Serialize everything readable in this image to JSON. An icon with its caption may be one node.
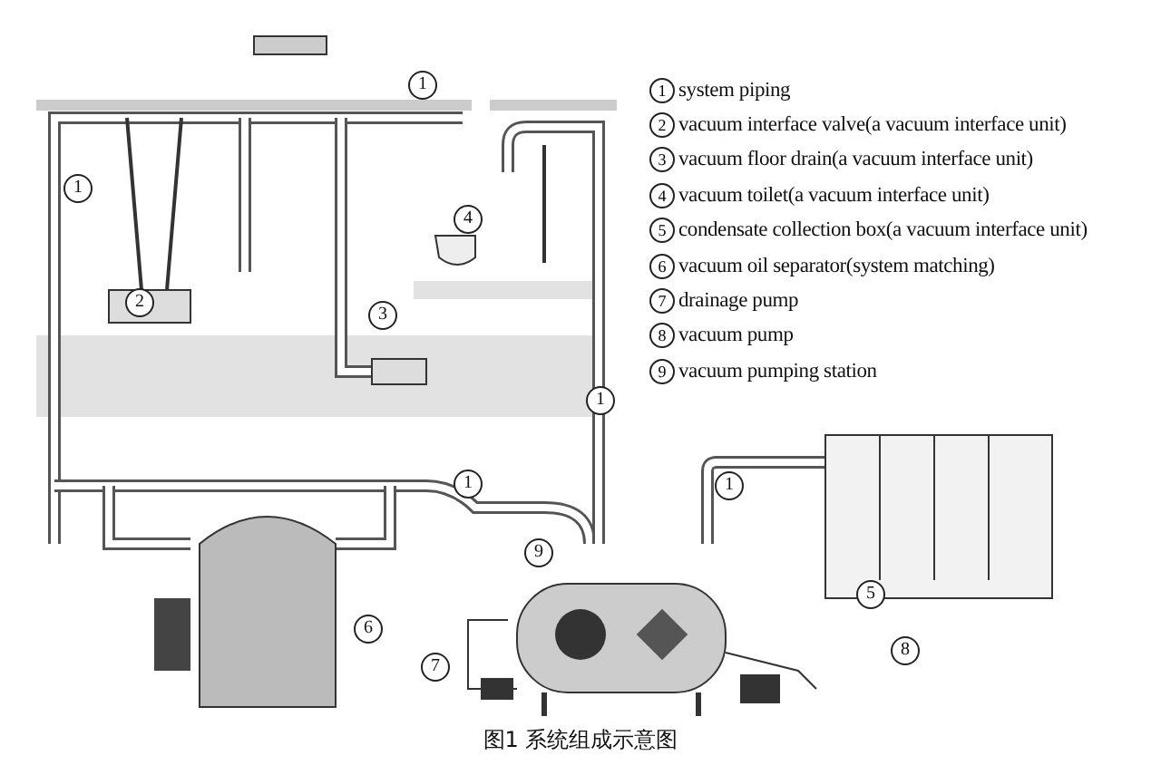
{
  "diagram": {
    "caption": "图1 系统组成示意图",
    "labels": [
      "1",
      "1",
      "4",
      "2",
      "3",
      "1",
      "1",
      "1",
      "9",
      "5",
      "6",
      "8",
      "7",
      "1",
      "system piping",
      "2",
      "vacuum interface valve(a vacuum interface unit)",
      "3",
      "vacuum floor drain(a vacuum interface unit)",
      "4",
      "vacuum toilet(a vacuum interface unit)",
      "5",
      "condensate collection box(a vacuum interface unit)",
      "6",
      "vacuum oil separator(system matching)",
      "7",
      "drainage pump",
      "8",
      "vacuum pump",
      "9",
      "vacuum pumping station"
    ]
  }
}
